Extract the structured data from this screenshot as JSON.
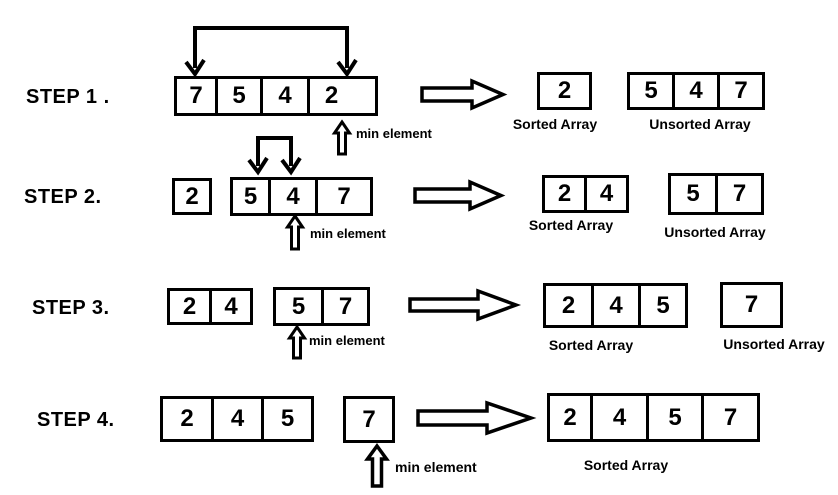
{
  "colors": {
    "ink": "#000000",
    "background": "#ffffff"
  },
  "icons": {
    "right_arrow": "block-arrow-right",
    "min_pointer": "block-arrow-up",
    "compare": "bracket-with-down-arrows"
  },
  "steps": [
    {
      "label": "STEP 1 .",
      "working": [
        "7",
        "5",
        "4",
        "2"
      ],
      "min_label": "min element",
      "sorted": [
        "2"
      ],
      "sorted_label": "Sorted Array",
      "unsorted": [
        "5",
        "4",
        "7"
      ],
      "unsorted_label": "Unsorted Array"
    },
    {
      "label": "STEP 2.",
      "extracted": [
        "2"
      ],
      "working": [
        "5",
        "4",
        "7"
      ],
      "min_label": "min element",
      "sorted": [
        "2",
        "4"
      ],
      "sorted_label": "Sorted Array",
      "unsorted": [
        "5",
        "7"
      ],
      "unsorted_label": "Unsorted Array"
    },
    {
      "label": "STEP 3.",
      "extracted": [
        "2",
        "4"
      ],
      "working": [
        "5",
        "7"
      ],
      "min_label": "min element",
      "sorted": [
        "2",
        "4",
        "5"
      ],
      "sorted_label": "Sorted Array",
      "unsorted": [
        "7"
      ],
      "unsorted_label": "Unsorted Array"
    },
    {
      "label": "STEP 4.",
      "extracted": [
        "2",
        "4",
        "5"
      ],
      "working": [
        "7"
      ],
      "min_label": "min element",
      "sorted": [
        "2",
        "4",
        "5",
        "7"
      ],
      "sorted_label": "Sorted Array"
    }
  ]
}
